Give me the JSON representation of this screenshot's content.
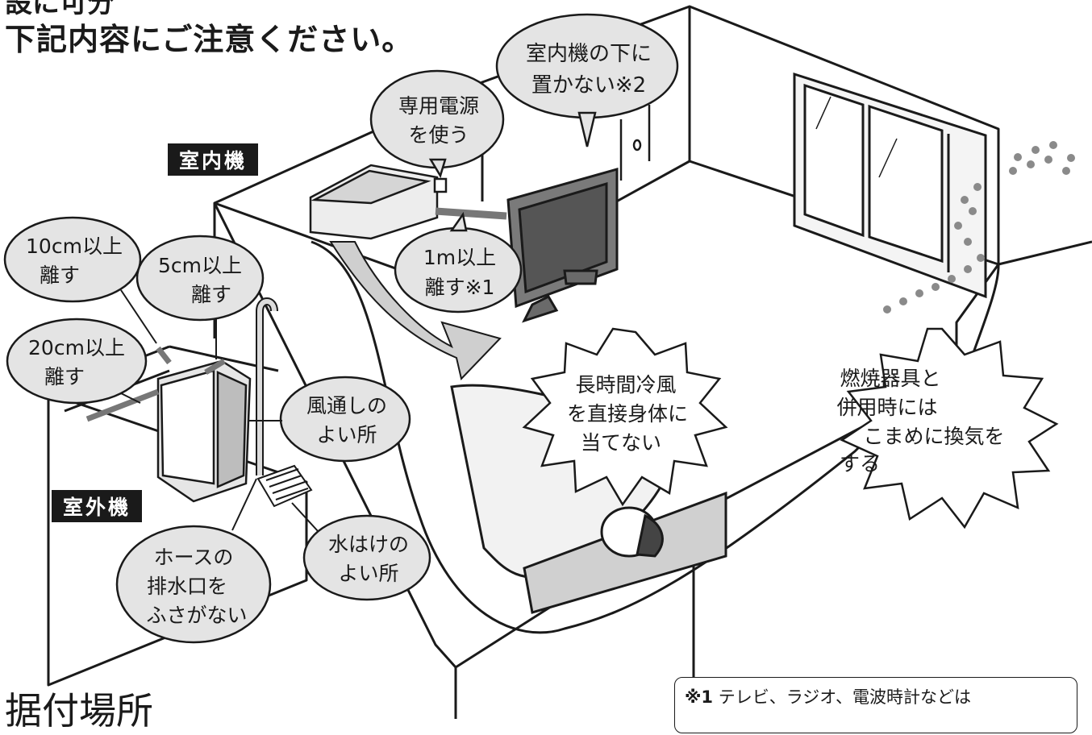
{
  "headings": {
    "top_partial": "設に可分",
    "main": "下記内容にご注意ください。",
    "bottom_partial": "据付場所"
  },
  "tags": {
    "indoor": "室内機",
    "outdoor": "室外機"
  },
  "bubbles": {
    "not_under_indoor": [
      "室内機の下に",
      "置かない※2"
    ],
    "dedicated_power": [
      "専用電源",
      "を使う"
    ],
    "one_meter": [
      "1m以上",
      "離す※1"
    ],
    "ten_cm": [
      "10cm以上",
      "離す"
    ],
    "five_cm": [
      "5cm以上",
      "離す"
    ],
    "twenty_cm": [
      "20cm以上",
      "離す"
    ],
    "ventilated": [
      "風通しの",
      "よい所"
    ],
    "drain_hose": [
      "ホースの",
      "排水口を",
      "ふさがない"
    ],
    "good_drainage": [
      "水はけの",
      "よい所"
    ]
  },
  "bursts": {
    "cold_air": [
      "長時間冷風",
      "を直接身体に",
      "当てない"
    ],
    "combustion": [
      "燃焼器具と",
      "併用時には",
      "こまめに換気を",
      "する"
    ]
  },
  "footnote": {
    "mark": "※1",
    "text": "テレビ、ラジオ、電波時計などは"
  }
}
